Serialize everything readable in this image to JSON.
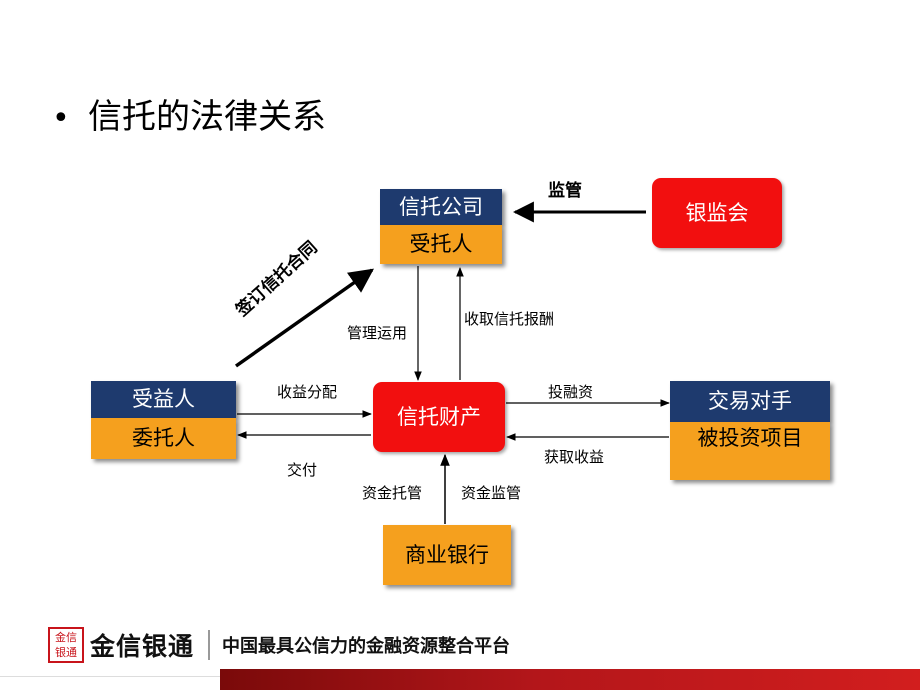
{
  "slide": {
    "bullet": "•",
    "title": "信托的法律关系"
  },
  "nodes": {
    "trust_company": {
      "top": "信托公司",
      "bottom": "受托人"
    },
    "regulator": "银监会",
    "beneficiary": {
      "top": "受益人",
      "bottom": "委托人"
    },
    "trust_property": "信托财产",
    "counterparty": {
      "top": "交易对手",
      "bottom": "被投资项目"
    },
    "bank": "商业银行"
  },
  "edges": {
    "supervision": "监管",
    "sign_contract": "签订信托合同",
    "manage": "管理运用",
    "collect_fee": "收取信托报酬",
    "distribute": "收益分配",
    "deliver": "交付",
    "invest": "投融资",
    "gain": "获取收益",
    "custody": "资金托管",
    "monitor": "资金监管"
  },
  "footer": {
    "seal_text": "金信银通",
    "brand": "金信银通",
    "slogan": "中国最具公信力的金融资源整合平台"
  },
  "colors": {
    "navy": "#1e3a6e",
    "orange": "#f5a01e",
    "red": "#f20f0f",
    "brand_red": "#c8141b"
  }
}
